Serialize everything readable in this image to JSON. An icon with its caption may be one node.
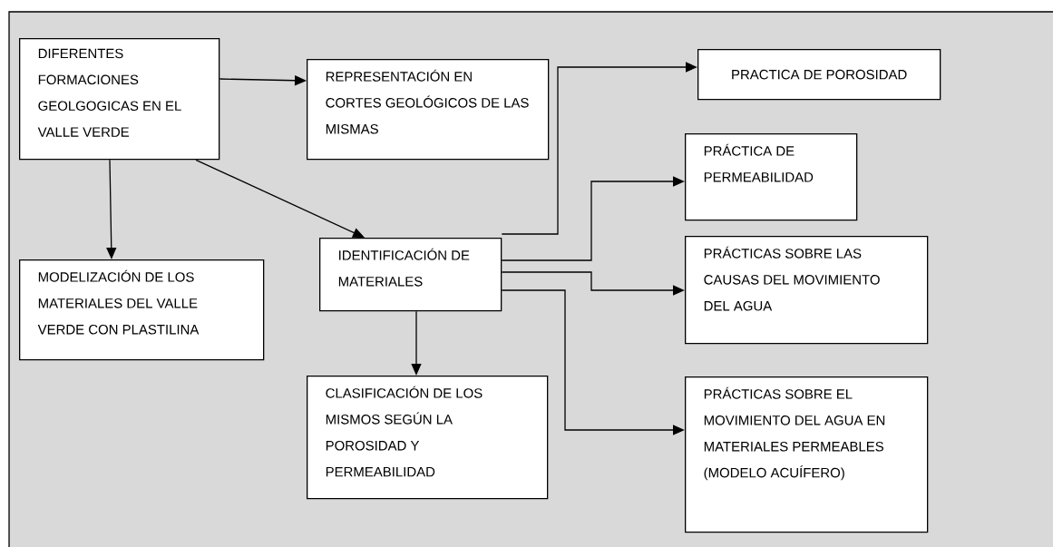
{
  "diagram": {
    "nodes": [
      {
        "text": [
          "DIFERENTES FORMACIONES GEOLGOGICAS EN EL VALLE VERDE"
        ]
      },
      {
        "text": [
          "REPRESENTACIÓN EN CORTES GEOLÓGICOS DE LAS MISMAS"
        ]
      },
      {
        "text": [
          "MODELIZACIÓN DE LOS MATERIALES DEL VALLE VERDE CON PLASTILINA"
        ]
      },
      {
        "text": [
          "IDENTIFICACIÓN DE MATERIALES"
        ]
      },
      {
        "text": [
          "CLASIFICACIÓN DE LOS MISMOS SEGÚN LA POROSIDAD Y PERMEABILIDAD"
        ]
      },
      {
        "text": [
          "PRACTICA DE POROSIDAD"
        ]
      },
      {
        "text": [
          "PRÁCTICA DE PERMEABILIDAD"
        ]
      },
      {
        "text": [
          "PRÁCTICAS SOBRE LAS CAUSAS DEL MOVIMIENTO DEL AGUA"
        ]
      },
      {
        "text": [
          "PRÁCTICAS SOBRE EL MOVIMIENTO DEL AGUA EN MATERIALES PERMEABLES (MODELO ACUÍFERO)"
        ]
      }
    ],
    "edges": [
      {
        "from": 0,
        "to": 1,
        "arrow": "to"
      },
      {
        "from": 0,
        "to": 2,
        "arrow": "to"
      },
      {
        "from": 0,
        "to": 3,
        "arrow": "to"
      },
      {
        "from": 3,
        "to": 5,
        "arrow": "to"
      },
      {
        "from": 3,
        "to": 6,
        "arrow": "to"
      },
      {
        "from": 3,
        "to": 7,
        "arrow": "to"
      },
      {
        "from": 3,
        "to": 8,
        "arrow": "to"
      },
      {
        "from": 3,
        "to": 4,
        "arrow": "to"
      }
    ]
  }
}
